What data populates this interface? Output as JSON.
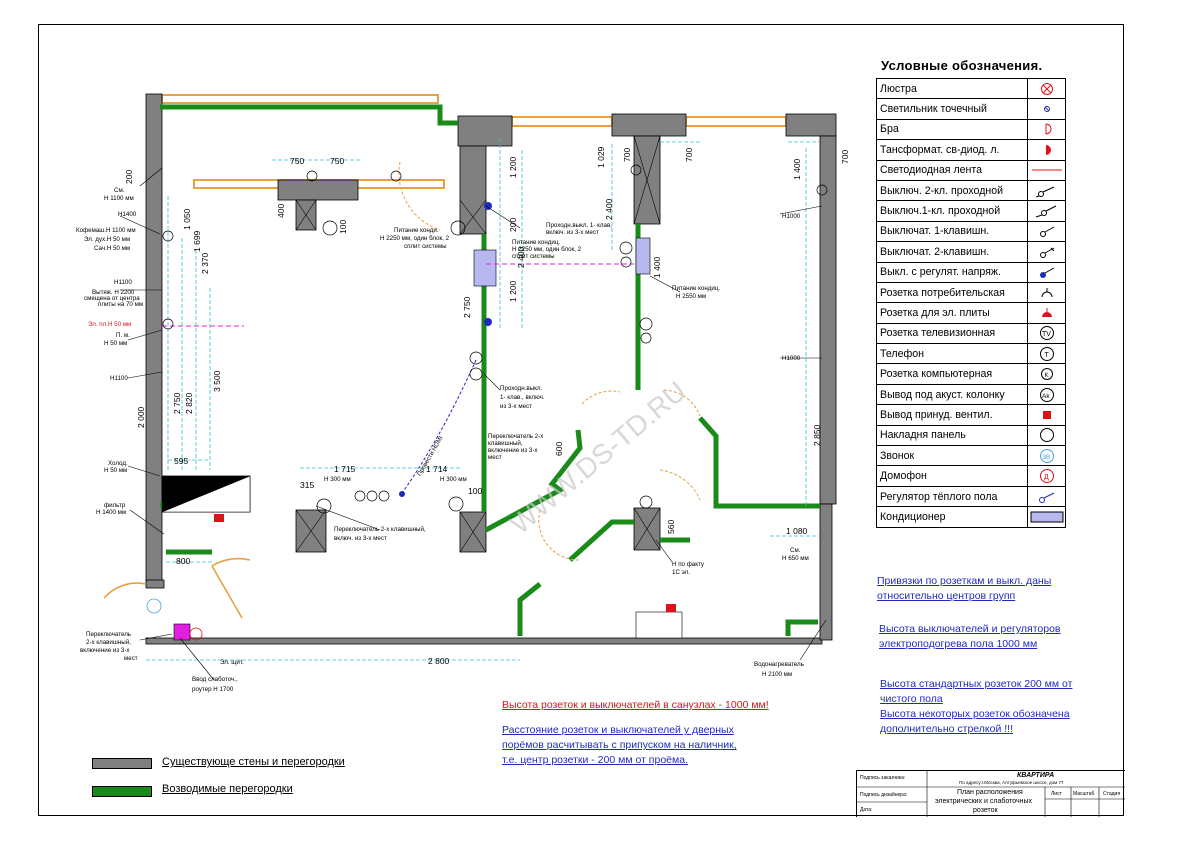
{
  "legend": {
    "title": "Условные обозначения.",
    "items": [
      {
        "label": "Люстра",
        "icon": "chandelier-icon"
      },
      {
        "label": "Светильник точечный",
        "icon": "spotlight-icon"
      },
      {
        "label": "Бра",
        "icon": "sconce-icon"
      },
      {
        "label": "Тансформат. св-диод. л.",
        "icon": "led-transformer-icon"
      },
      {
        "label": "Светодиодная лента",
        "icon": "led-strip-icon"
      },
      {
        "label": "Выключ. 2-кл. проходной",
        "icon": "pass-switch-2-icon"
      },
      {
        "label": "Выключ.1-кл. проходной",
        "icon": "pass-switch-1-icon"
      },
      {
        "label": "Выключат. 1-клавишн.",
        "icon": "switch-1-icon"
      },
      {
        "label": "Выключат. 2-клавишн.",
        "icon": "switch-2-icon"
      },
      {
        "label": "Выкл. с регулят. напряж.",
        "icon": "dimmer-icon"
      },
      {
        "label": "Розетка потребительская",
        "icon": "socket-icon"
      },
      {
        "label": "Розетка для эл. плиты",
        "icon": "stove-socket-icon"
      },
      {
        "label": "Розетка телевизионная",
        "icon": "tv-socket-icon"
      },
      {
        "label": "Телефон",
        "icon": "phone-socket-icon"
      },
      {
        "label": "Розетка компьютерная",
        "icon": "computer-socket-icon"
      },
      {
        "label": "Вывод под акуст. колонку",
        "icon": "speaker-outlet-icon"
      },
      {
        "label": "Вывод принуд. вентил.",
        "icon": "ventilation-icon"
      },
      {
        "label": "Накладня панель",
        "icon": "panel-icon"
      },
      {
        "label": "Звонок",
        "icon": "bell-icon"
      },
      {
        "label": "Домофон",
        "icon": "intercom-icon"
      },
      {
        "label": "Регулятор тёплого пола",
        "icon": "floor-heating-icon"
      },
      {
        "label": "Кондиционер",
        "icon": "air-conditioner-icon"
      }
    ]
  },
  "notes": {
    "n1": "Привязки по розеткам и выкл. даны",
    "n2": "относительно центров групп",
    "n3": "Высота выключателей и регуляторов",
    "n4": "электроподогрева пола 1000 мм",
    "n5": "Высота стандартных розеток  200 мм от",
    "n6": "чистого пола",
    "n7": "Высота некоторых розеток  обозначена",
    "n8": "дополнительно стрелкой !!!",
    "bath": "Высота розеток и выключателей  в санузлах - 1000 мм!",
    "d1": "Расстояние розеток и выключателей у дверных",
    "d2": "порёмов расчитывать с припуском на наличник,",
    "d3": "т.е. центр розетки - 200 мм от проёма."
  },
  "key": {
    "existing": "Существующе стены и перегородки",
    "new": "Возводимые перегородки"
  },
  "stamp": {
    "customer": "Подпись заказчика:",
    "designer": "Подпись дизайнера:",
    "date": "Дата:",
    "title": "КВАРТИРА",
    "address": "По адресу:г.Москва, Алтуфьевское шоссе, дом 77",
    "plan1": "План расположения",
    "plan2": "электрических  и слаботочных",
    "plan3": "розеток",
    "sheet": "Лист",
    "scale": "Масштаб",
    "stage": "Стадия"
  },
  "plan": {
    "labels": {
      "sm1100": "См.",
      "h1100mm": "Н 1100 мм",
      "h1400": "Н1400",
      "coffee": "Кофемаш.Н 1100 мм",
      "el_dukh": "Эл. дух.Н 50 мм",
      "sach": "Сач.Н 50 мм",
      "h1100b": "Н1100",
      "hood1": "Вытяж.  Н 2200",
      "hood2": "смещена от центра",
      "hood3": "плиты на 70 мм",
      "floor_heat": "Эл. пл.Н 50 мм",
      "pm": "П. м.",
      "h50": "Н 50 мм",
      "h1100c": "Н1100",
      "fridge": "Холод.",
      "h50b": "Н 50 мм",
      "filter": "фильтр",
      "h1400mm": "Н 1400 мм",
      "sw2_1": "Переключатель",
      "sw2_2": "2-х клавишный,",
      "sw2_3": "включение из 3-х",
      "sw2_4": "мест",
      "el_shield": "Эл. щит.",
      "lowcur1": "Ввод слаботоч.,",
      "lowcur2": "роутер Н 1700",
      "cond_a1": "Питание конди.",
      "cond_a2": "Н 2250 мм, один блок, 2",
      "cond_a3": "сплит системы",
      "pass1": "Проходн.выкл. 1- клав,",
      "pass2": "включ. из 3-х мест",
      "cond_b1": "Питание кондиц.",
      "cond_b2": "Н 2250 мм, один блок, 2",
      "cond_b3": "сплит системы",
      "cond_c1": "Питание кондиц.",
      "cond_c2": "Н 2550 мм",
      "h1000a": "Н1000",
      "h1000b": "Н1000",
      "pass3": "Проходн.выкл.",
      "pass4": "1- клав., включ.",
      "pass5": "из 3-х мест",
      "pk1": "Переключатель 2-х",
      "pk2": "клавишный,",
      "pk3": "включение из 3-х",
      "pk4": "мест",
      "h300a": "Н 300 мм",
      "h300b": "Н 300 мм",
      "sw3_1": "Переключатель 2-х клавишный,",
      "sw3_2": "включ. из 3-х мест",
      "fact1": "Н по факту",
      "fact2": "1С эл.",
      "sm650a": "См.",
      "sm650b": "Н 650 мм",
      "boiler1": "Водонагреватель",
      "boiler2": "Н 2100 мм",
      "hdmi": "Провести HDMI",
      "watermark": "WWW.DS-TD.RU"
    },
    "dims": {
      "d750a": "750",
      "d750b": "750",
      "d200a": "200",
      "d400": "400",
      "d1050": "1 050",
      "d1699": "1 699",
      "d2370": "2 370",
      "d2750a": "2 750",
      "d2820": "2 820",
      "d3500": "3 500",
      "d2000": "2 000",
      "d595": "595",
      "d800": "800",
      "d1715": "1 715",
      "d1714": "1 714",
      "d315": "315",
      "d100a": "100",
      "d100b": "100",
      "d1200a": "1 200",
      "d200b": "200",
      "d2400a": "2 400",
      "d1200b": "1 200",
      "d2750b": "2 750",
      "d1029": "1 029",
      "d2400b": "2 400",
      "d700a": "700",
      "d700b": "700",
      "d1400a": "1 400",
      "d700c": "700",
      "d1400b": "1 400",
      "d2850": "2 850",
      "d1080": "1 080",
      "d560": "560",
      "d600": "600",
      "d2800": "2 800"
    }
  },
  "colors": {
    "existing_wall": "#808080",
    "new_wall": "#1a8a1a",
    "window": "#e8a040",
    "accent_red": "#e0101a",
    "note_blue": "#1f2bbd",
    "ac_unit": "#b8b8f0",
    "bell": "#4aa0e0",
    "magenta": "#e020e0"
  }
}
